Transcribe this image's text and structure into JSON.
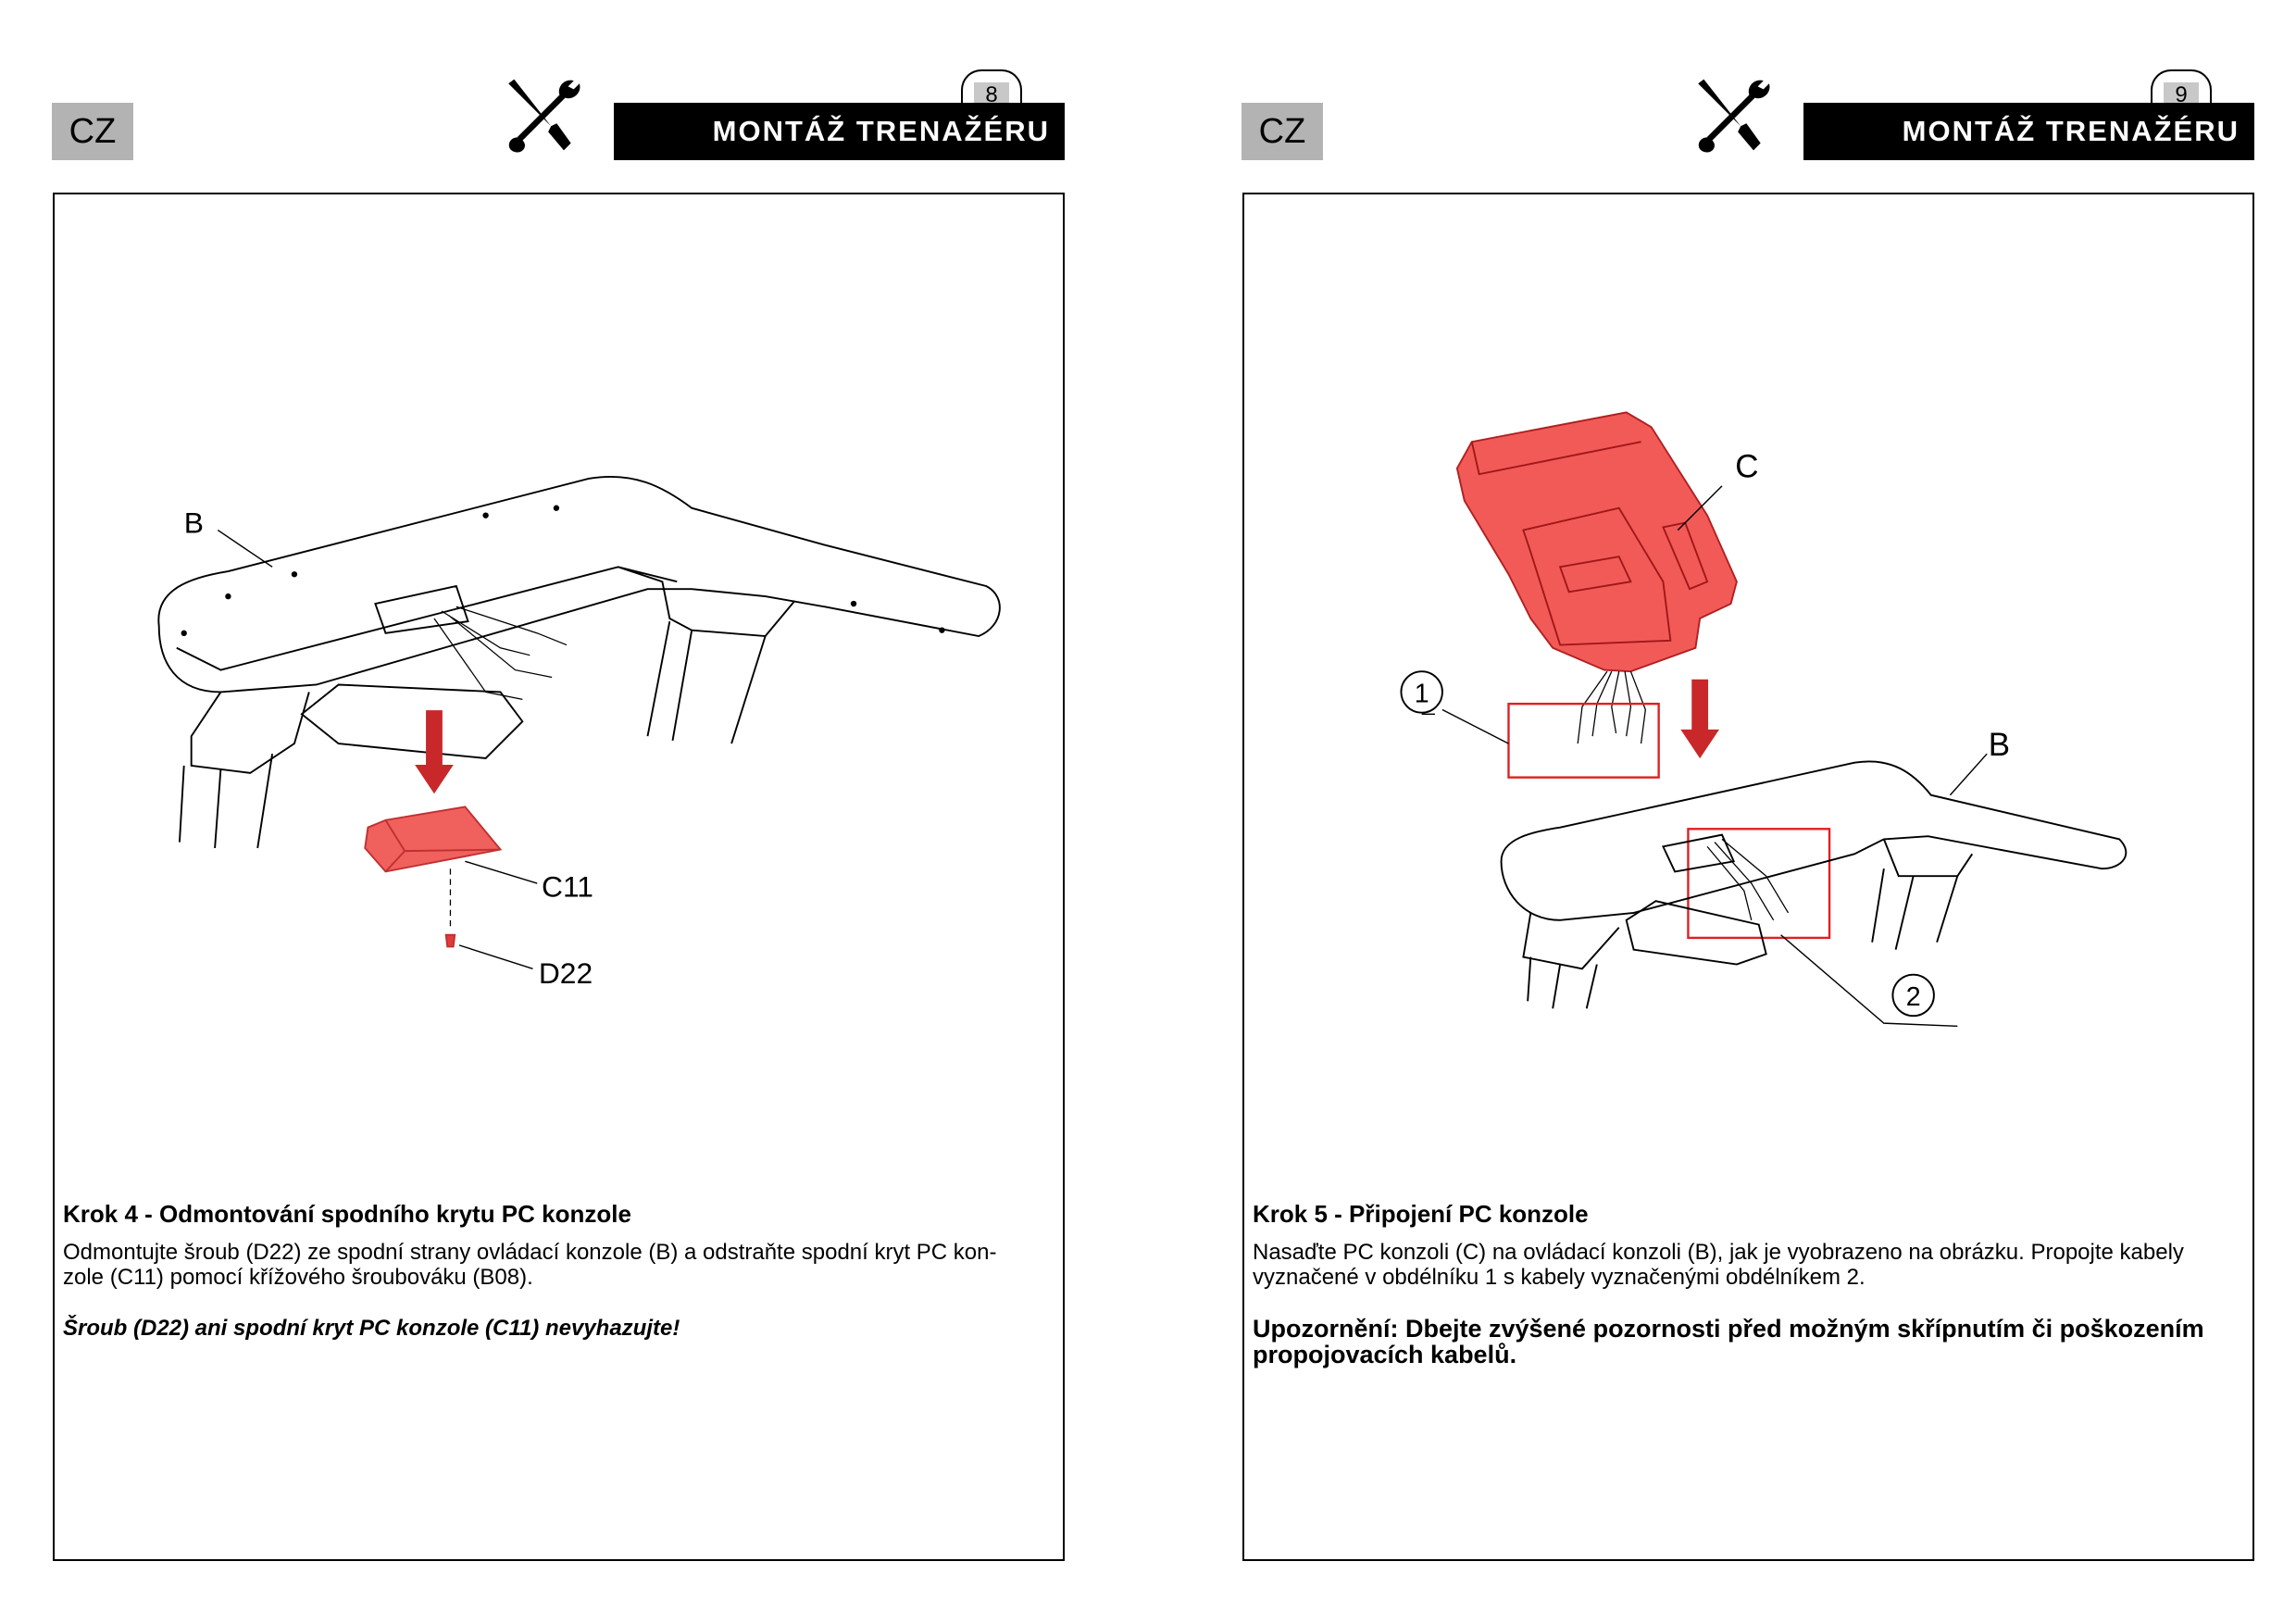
{
  "pages": [
    {
      "lang_badge": "CZ",
      "page_number": "8",
      "header_title": "MONTÁŽ TRENAŽÉRU",
      "step_title": "Krok 4 - Odmontování spodního krytu PC konzole",
      "body_lines": [
        "Odmontujte šroub (D22) ze spodní strany ovládací konzole (B) a odstraňte spodní kryt PC kon-",
        "zole (C11) pomocí křížového šroubováku (B08)."
      ],
      "note": "Šroub (D22) ani spodní kryt PC konzole (C11) nevyhazujte!",
      "labels": {
        "console": "B",
        "cover": "C11",
        "screw": "D22"
      }
    },
    {
      "lang_badge": "CZ",
      "page_number": "9",
      "header_title": "MONTÁŽ TRENAŽÉRU",
      "step_title": "Krok 5 - Připojení PC konzole",
      "body_lines": [
        "Nasaďte PC konzoli (C) na ovládací konzoli (B), jak je vyobrazeno na obrázku. Propojte kabely",
        "vyznačené v obdélníku 1 s kabely vyznačenými obdélníkem 2."
      ],
      "note_lines": [
        "Upozornění: Dbejte zvýšené pozornosti před možným skřípnutím či poškozením",
        "propojovacích kabelů."
      ],
      "labels": {
        "pc_console": "C",
        "console": "B",
        "callout1": "1",
        "callout2": "2"
      }
    }
  ],
  "colors": {
    "highlight": "#e23b3b",
    "badge": "#b3b3b3"
  }
}
